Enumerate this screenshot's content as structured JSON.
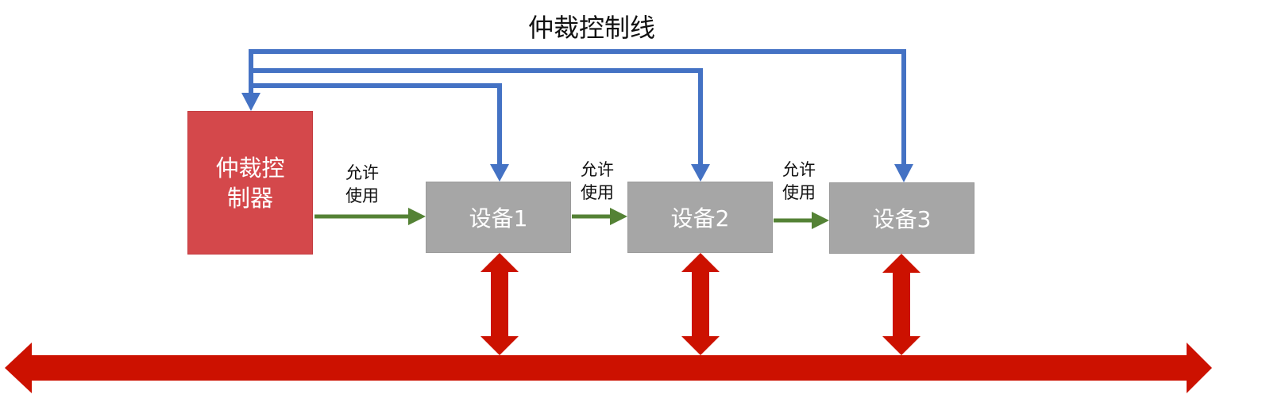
{
  "title": "仲裁控制线",
  "arbiter": {
    "label": "仲裁控制器"
  },
  "devices": [
    {
      "label": "设备1"
    },
    {
      "label": "设备2"
    },
    {
      "label": "设备3"
    }
  ],
  "grant_labels": [
    "允许使用",
    "允许使用",
    "允许使用"
  ],
  "colors": {
    "control_line": "#4472c4",
    "grant_arrow": "#548235",
    "bus": "#cc1100",
    "arbiter_fill": "#d4484b",
    "device_fill": "#a6a6a6"
  }
}
